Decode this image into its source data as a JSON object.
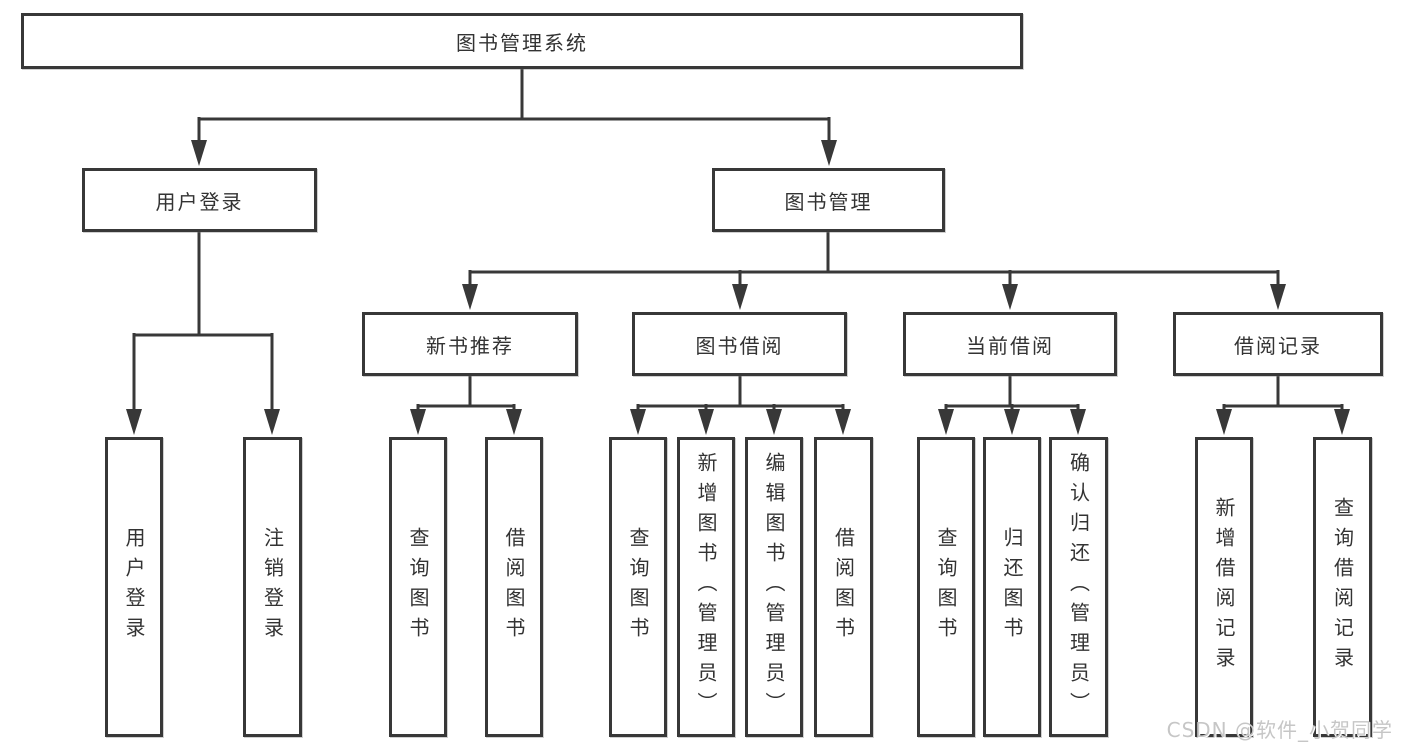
{
  "diagram_title": "图书管理系统",
  "colors": {
    "line": "#383838",
    "text": "#333333",
    "box_fill": "#ffffff",
    "watermark": "#c6c6c6",
    "background": "#ffffff"
  },
  "root": {
    "label": "图书管理系统"
  },
  "branches": [
    {
      "label": "用户登录",
      "children": [
        {
          "label": "用户登录"
        },
        {
          "label": "注销登录"
        }
      ]
    },
    {
      "label": "图书管理",
      "children": [
        {
          "label": "新书推荐",
          "children": [
            {
              "label": "查询图书"
            },
            {
              "label": "借阅图书"
            }
          ]
        },
        {
          "label": "图书借阅",
          "children": [
            {
              "label": "查询图书"
            },
            {
              "label": "新增图书（管理员）"
            },
            {
              "label": "编辑图书（管理员）"
            },
            {
              "label": "借阅图书"
            }
          ]
        },
        {
          "label": "当前借阅",
          "children": [
            {
              "label": "查询图书"
            },
            {
              "label": "归还图书"
            },
            {
              "label": "确认归还（管理员）"
            }
          ]
        },
        {
          "label": "借阅记录",
          "children": [
            {
              "label": "新增借阅记录"
            },
            {
              "label": "查询借阅记录"
            }
          ]
        }
      ]
    }
  ],
  "watermark": "CSDN @软件_小贺同学"
}
